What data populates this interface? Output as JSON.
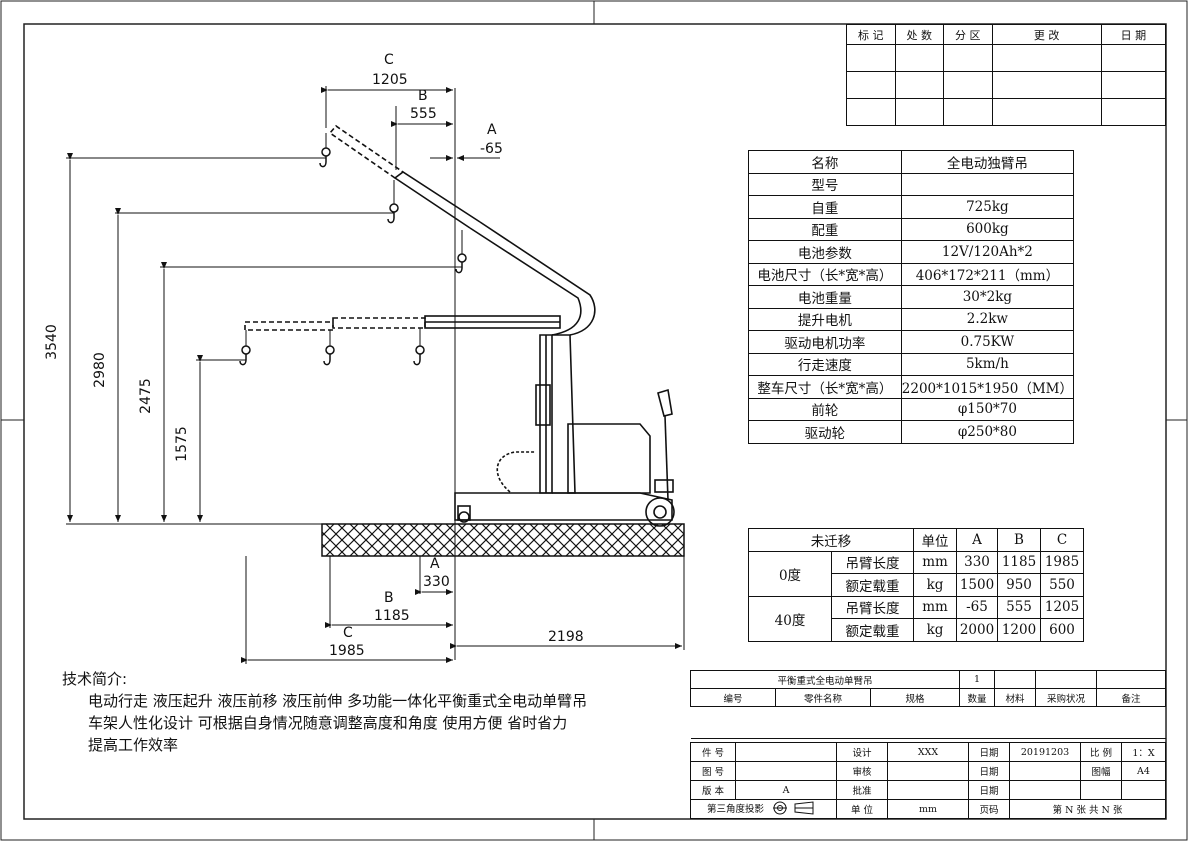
{
  "revision_table": {
    "headers": [
      "标 记",
      "处 数",
      "分 区",
      "更 改",
      "日 期"
    ]
  },
  "spec_table": {
    "rows": [
      {
        "label": "名称",
        "value": "全电动独臂吊"
      },
      {
        "label": "型号",
        "value": ""
      },
      {
        "label": "自重",
        "value": "725kg"
      },
      {
        "label": "配重",
        "value": "600kg"
      },
      {
        "label": "电池参数",
        "value": "12V/120Ah*2"
      },
      {
        "label": "电池尺寸（长*宽*高）",
        "value": "406*172*211（mm）"
      },
      {
        "label": "电池重量",
        "value": "30*2kg"
      },
      {
        "label": "提升电机",
        "value": "2.2kw"
      },
      {
        "label": "驱动电机功率",
        "value": "0.75KW"
      },
      {
        "label": "行走速度",
        "value": "5km/h"
      },
      {
        "label": "整车尺寸（长*宽*高）",
        "value": "2200*1015*1950（MM）"
      },
      {
        "label": "前轮",
        "value": "φ150*70"
      },
      {
        "label": "驱动轮",
        "value": "φ250*80"
      }
    ]
  },
  "load_table": {
    "header": {
      "c1": "未迁移",
      "unit": "单位",
      "a": "A",
      "b": "B",
      "c": "C"
    },
    "groups": [
      {
        "angle": "0度",
        "rows": [
          {
            "name": "吊臂长度",
            "unit": "mm",
            "a": "330",
            "b": "1185",
            "c": "1985"
          },
          {
            "name": "额定载重",
            "unit": "kg",
            "a": "1500",
            "b": "950",
            "c": "550"
          }
        ]
      },
      {
        "angle": "40度",
        "rows": [
          {
            "name": "吊臂长度",
            "unit": "mm",
            "a": "-65",
            "b": "555",
            "c": "1205"
          },
          {
            "name": "额定载重",
            "unit": "kg",
            "a": "2000",
            "b": "1200",
            "c": "600"
          }
        ]
      }
    ]
  },
  "drawing": {
    "top_dims": {
      "c_label": "C",
      "c_value": "1205",
      "b_label": "B",
      "b_value": "555",
      "a_label": "A",
      "a_value": "-65"
    },
    "bottom_dims": {
      "a_label": "A",
      "a_value": "330",
      "b_label": "B",
      "b_value": "1185",
      "c_label": "C",
      "c_value": "1985",
      "total_value": "2198"
    },
    "heights": [
      "3540",
      "2980",
      "2475",
      "1575"
    ]
  },
  "intro": {
    "title": "技术简介:",
    "lines": [
      "电动行走  液压起升  液压前移  液压前伸  多功能一体化平衡重式全电动单臂吊",
      "车架人性化设计  可根据自身情况随意调整高度和角度  使用方便  省时省力",
      "提高工作效率"
    ]
  },
  "title_block": {
    "part_title": "平衡重式全电动单臂吊",
    "quantity": "1",
    "col_headers": [
      "编号",
      "零件名称",
      "规格",
      "数量",
      "材料",
      "采购状况",
      "备注"
    ],
    "item_label": "件 号",
    "drawing_no_label": "图 号",
    "version_label": "版 本",
    "version_value": "A",
    "design_label": "设计",
    "designer": "XXX",
    "review_label": "审核",
    "approve_label": "批准",
    "date_label": "日期",
    "date_value": "20191203",
    "date2_label": "日期",
    "date3_label": "日期",
    "scale_label": "比 例",
    "scale_value": "1：X",
    "sheet_label": "图幅",
    "sheet_value": "A4",
    "projection_label": "第三角度投影",
    "unit_label": "单  位",
    "unit_value": "mm",
    "page_label": "页码",
    "page_value": "第  N  张  共  N  张"
  }
}
